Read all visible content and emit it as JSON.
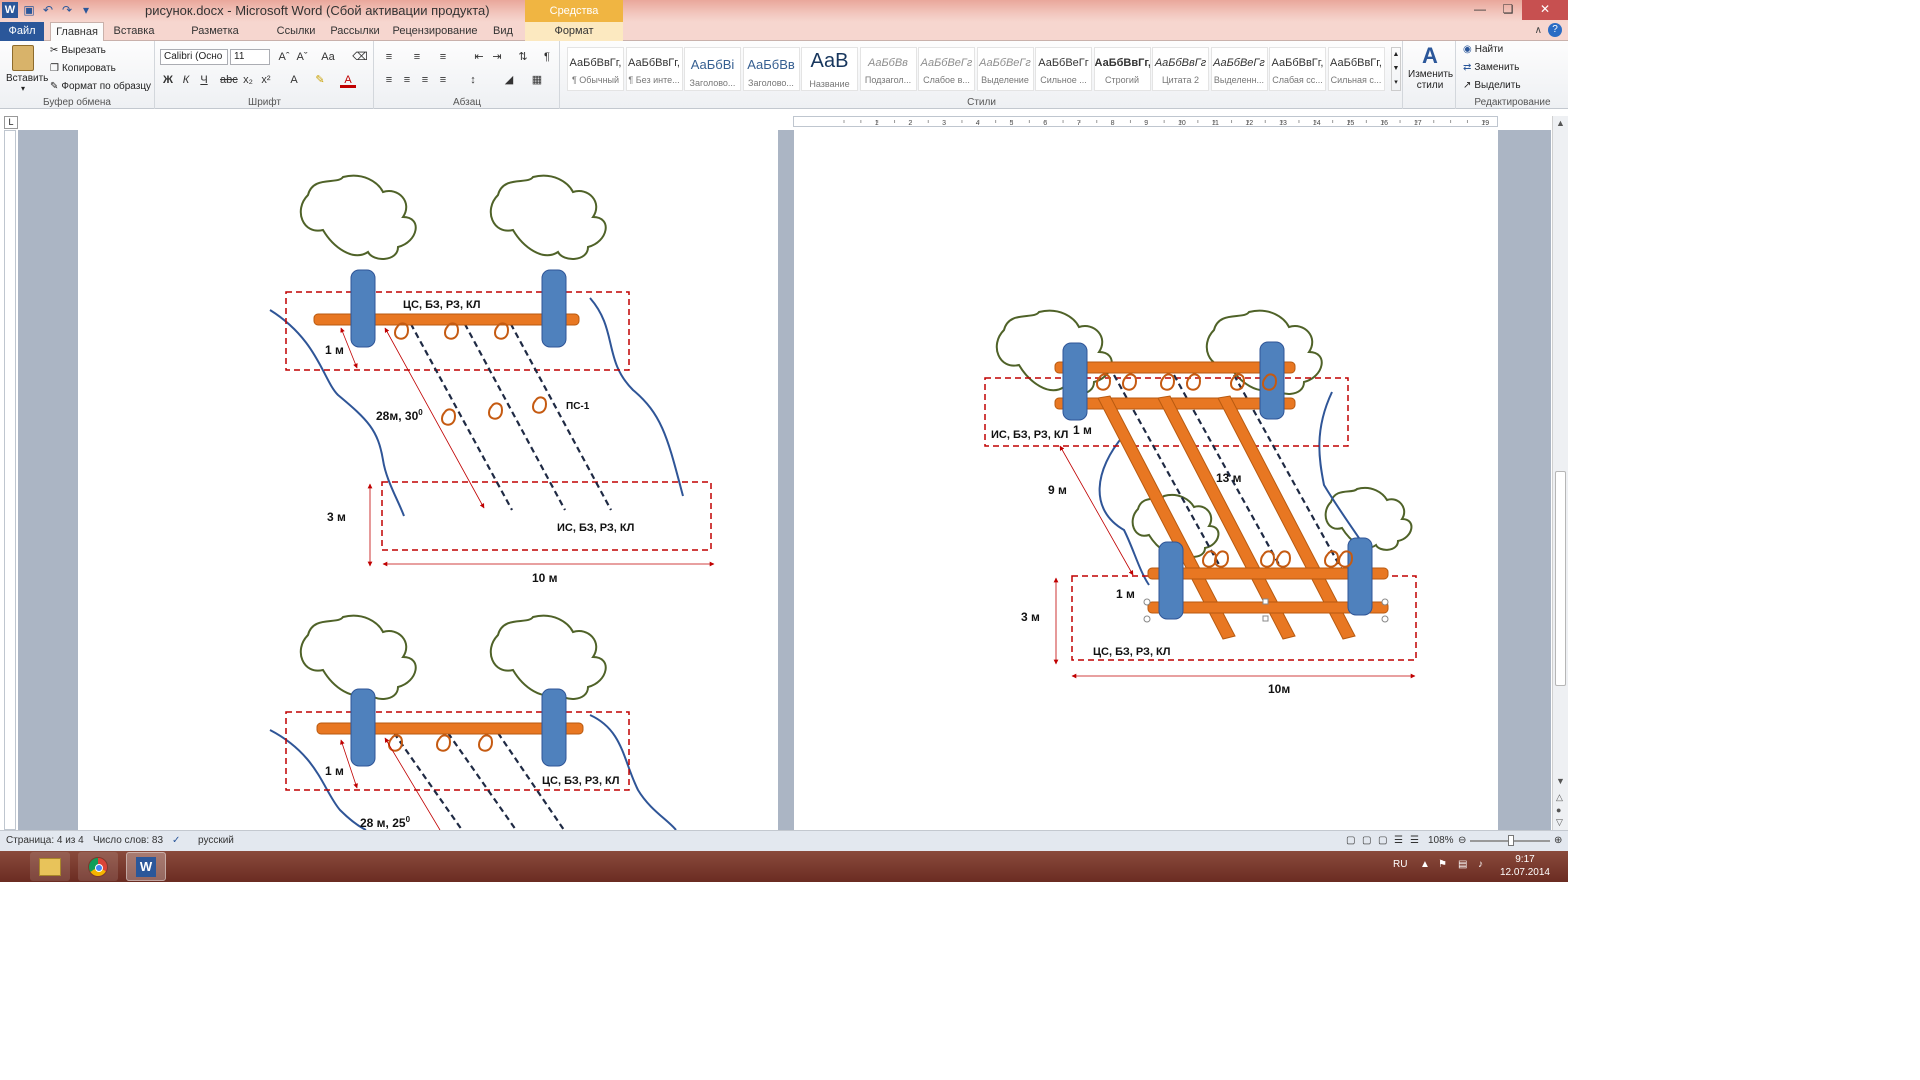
{
  "window": {
    "title": "рисунок.docx - Microsoft Word (Сбой активации продукта)",
    "context_group": "Средства рисования"
  },
  "tabs": [
    "Файл",
    "Главная",
    "Вставка",
    "Разметка страницы",
    "Ссылки",
    "Рассылки",
    "Рецензирование",
    "Вид",
    "Формат"
  ],
  "clipboard": {
    "paste": "Вставить",
    "cut": "Вырезать",
    "copy": "Копировать",
    "format_painter": "Формат по образцу",
    "label": "Буфер обмена"
  },
  "font": {
    "name": "Calibri (Осно",
    "size": "11",
    "label": "Шрифт"
  },
  "paragraph": {
    "label": "Абзац"
  },
  "styles": {
    "label": "Стили",
    "items": [
      {
        "sample": "АаБбВвГг,",
        "name": "¶ Обычный"
      },
      {
        "sample": "АаБбВвГг,",
        "name": "¶ Без инте..."
      },
      {
        "sample": "АаБбВі",
        "name": "Заголово..."
      },
      {
        "sample": "АаБбВв",
        "name": "Заголово..."
      },
      {
        "sample": "АаВ",
        "name": "Название"
      },
      {
        "sample": "АаБбВв",
        "name": "Подзагол..."
      },
      {
        "sample": "АаБбВеГг",
        "name": "Слабое в..."
      },
      {
        "sample": "АаБбВеГг",
        "name": "Выделение"
      },
      {
        "sample": "АаБбВеГг",
        "name": "Сильное ..."
      },
      {
        "sample": "АаБбВвГг,",
        "name": "Строгий"
      },
      {
        "sample": "АаБбВвГг",
        "name": "Цитата 2"
      },
      {
        "sample": "АаБбВеГг",
        "name": "Выделенн..."
      },
      {
        "sample": "АаБбВвГг,",
        "name": "Слабая сс..."
      },
      {
        "sample": "АаБбВвГг,",
        "name": "Сильная с..."
      }
    ],
    "change": "Изменить стили"
  },
  "editing": {
    "find": "Найти",
    "replace": "Заменить",
    "select": "Выделить",
    "label": "Редактирование"
  },
  "ruler": {
    "top_marks": [
      "1",
      "2",
      "3",
      "4",
      "5",
      "6",
      "7",
      "8",
      "9",
      "10",
      "11",
      "12",
      "13",
      "14",
      "15",
      "16",
      "17",
      "19"
    ]
  },
  "diagram_left_top": {
    "top_zone": "ЦС, БЗ, РЗ, КЛ",
    "bottom_zone": "ИС, БЗ, РЗ, КЛ",
    "gap": "1 м",
    "length": "28м, 30",
    "length_sup": "0",
    "ps": "ПС-1",
    "depth": "3 м",
    "width": "10 м"
  },
  "diagram_left_bottom": {
    "zone": "ЦС, БЗ, РЗ, КЛ",
    "gap": "1 м",
    "length": "28 м, 25",
    "length_sup": "0"
  },
  "diagram_right": {
    "top_zone": "ИС, БЗ, РЗ, КЛ",
    "gap_top": "1 м",
    "length_left": "9 м",
    "length_mid": "13 м",
    "gap_bottom": "1 м",
    "depth": "3 м",
    "bottom_zone": "ЦС, БЗ, РЗ, КЛ",
    "width": "10м"
  },
  "status": {
    "page": "Страница: 4 из 4",
    "words": "Число слов: 83",
    "lang": "русский",
    "zoom": "108%"
  },
  "taskbar": {
    "lang": "RU",
    "time": "9:17",
    "date": "12.07.2014"
  },
  "colors": {
    "pipe": "#e87722",
    "pole": "#4f81bd",
    "tree": "#4f6228",
    "zone": "#c00000",
    "river": "#2f5597",
    "dash": "#1f2a44",
    "ribbon_file": "#2b579a"
  }
}
